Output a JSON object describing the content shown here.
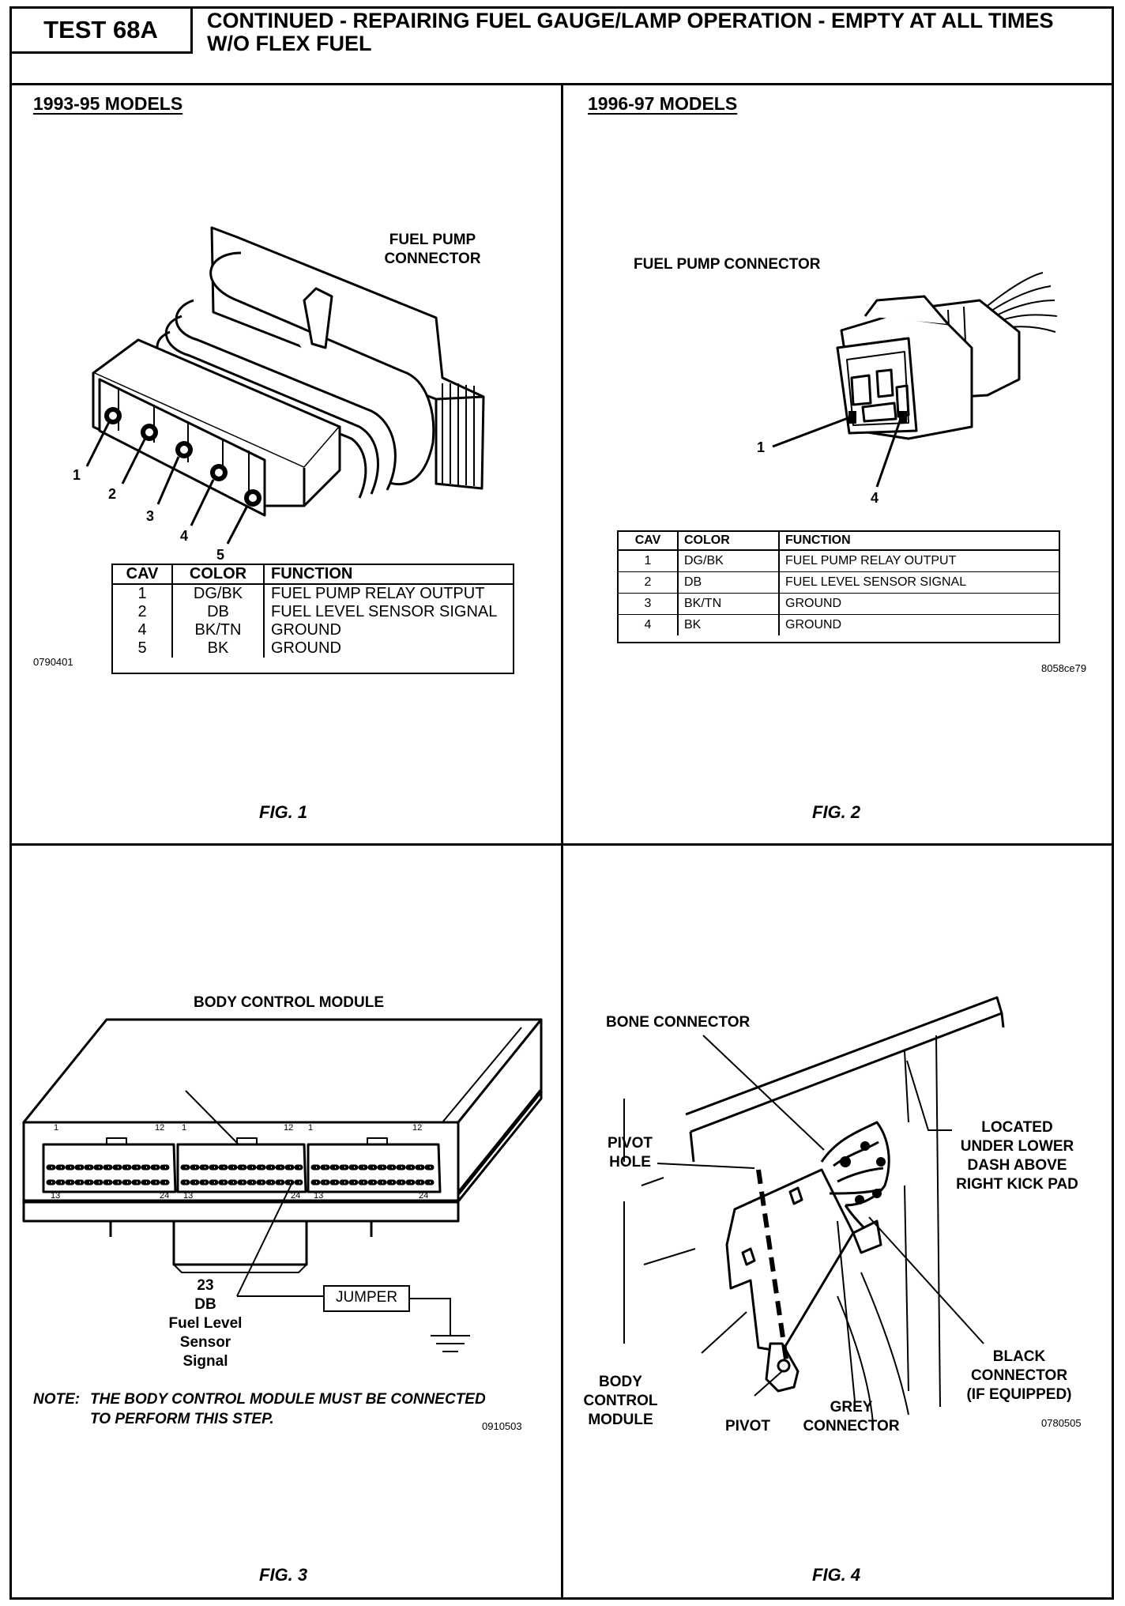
{
  "header": {
    "test_id": "TEST 68A",
    "title_line1": "CONTINUED - REPAIRING FUEL GAUGE/LAMP OPERATION - EMPTY AT ALL TIMES",
    "title_line2": "W/O FLEX FUEL"
  },
  "fig1": {
    "heading": "1993-95 MODELS",
    "connector_label_line1": "FUEL PUMP",
    "connector_label_line2": "CONNECTOR",
    "pin_callouts": [
      "1",
      "2",
      "3",
      "4",
      "5"
    ],
    "table": {
      "headers": [
        "CAV",
        "COLOR",
        "FUNCTION"
      ],
      "rows": [
        [
          "1",
          "DG/BK",
          "FUEL PUMP RELAY OUTPUT"
        ],
        [
          "2",
          "DB",
          "FUEL LEVEL SENSOR SIGNAL"
        ],
        [
          "4",
          "BK/TN",
          "GROUND"
        ],
        [
          "5",
          "BK",
          "GROUND"
        ]
      ]
    },
    "image_code": "0790401",
    "caption": "FIG. 1"
  },
  "fig2": {
    "heading": "1996-97 MODELS",
    "connector_label": "FUEL PUMP CONNECTOR",
    "pin_callouts": [
      "1",
      "4"
    ],
    "table": {
      "headers": [
        "CAV",
        "COLOR",
        "FUNCTION"
      ],
      "rows": [
        [
          "1",
          "DG/BK",
          "FUEL PUMP RELAY OUTPUT"
        ],
        [
          "2",
          "DB",
          "FUEL LEVEL SENSOR SIGNAL"
        ],
        [
          "3",
          "BK/TN",
          "GROUND"
        ],
        [
          "4",
          "BK",
          "GROUND"
        ]
      ]
    },
    "image_code": "8058ce79",
    "caption": "FIG. 2"
  },
  "fig3": {
    "module_label": "BODY CONTROL MODULE",
    "grey_connector_line1": "GREY",
    "grey_connector_line2": "CONNECTOR",
    "pin_numbers": {
      "one": "1",
      "twelve": "12",
      "thirteen": "13",
      "twentyfour": "24"
    },
    "pin_callout_line1": "23",
    "pin_callout_line2": "DB",
    "pin_callout_line3": "Fuel Level",
    "pin_callout_line4": "Sensor",
    "pin_callout_line5": "Signal",
    "jumper_label": "JUMPER",
    "note_prefix": "NOTE:",
    "note_line1": "THE BODY CONTROL MODULE MUST BE CONNECTED",
    "note_line2": "TO PERFORM THIS STEP.",
    "image_code": "0910503",
    "caption": "FIG. 3"
  },
  "fig4": {
    "bone_connector": "BONE CONNECTOR",
    "pivot_hole_line1": "PIVOT",
    "pivot_hole_line2": "HOLE",
    "located_line1": "LOCATED",
    "located_line2": "UNDER LOWER",
    "located_line3": "DASH ABOVE",
    "located_line4": "RIGHT KICK PAD",
    "black_connector_line1": "BLACK",
    "black_connector_line2": "CONNECTOR",
    "black_connector_line3": "(IF EQUIPPED)",
    "body_module_line1": "BODY",
    "body_module_line2": "CONTROL",
    "body_module_line3": "MODULE",
    "pivot": "PIVOT",
    "grey_connector_line1": "GREY",
    "grey_connector_line2": "CONNECTOR",
    "image_code": "0780505",
    "caption": "FIG. 4"
  }
}
